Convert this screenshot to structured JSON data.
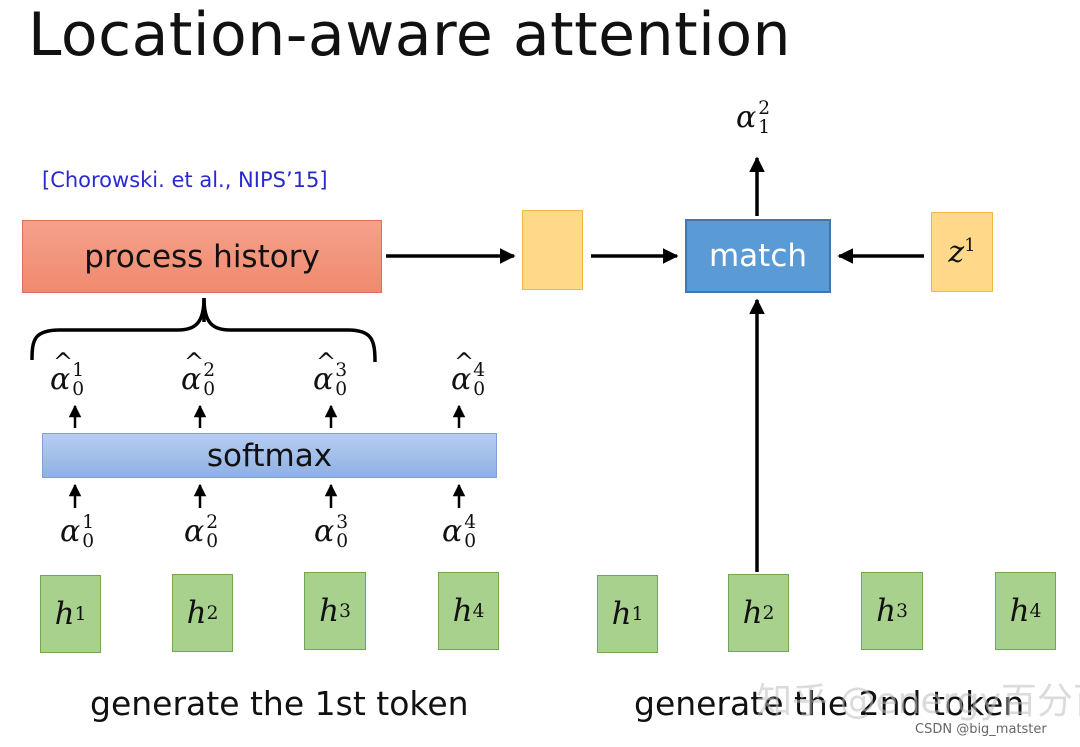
{
  "title": "Location-aware attention",
  "citation": "[Chorowski. et al., NIPS’15]",
  "boxes": {
    "process_history": "process history",
    "softmax": "softmax",
    "match": "match"
  },
  "z_symbol": {
    "base": "z",
    "sup": "1"
  },
  "alpha_top": {
    "base": "α",
    "sup": "2",
    "sub": "1"
  },
  "alpha_hat": [
    {
      "base": "α",
      "sup": "1",
      "sub": "0"
    },
    {
      "base": "α",
      "sup": "2",
      "sub": "0"
    },
    {
      "base": "α",
      "sup": "3",
      "sub": "0"
    },
    {
      "base": "α",
      "sup": "4",
      "sub": "0"
    }
  ],
  "alpha": [
    {
      "base": "α",
      "sup": "1",
      "sub": "0"
    },
    {
      "base": "α",
      "sup": "2",
      "sub": "0"
    },
    {
      "base": "α",
      "sup": "3",
      "sub": "0"
    },
    {
      "base": "α",
      "sup": "4",
      "sub": "0"
    }
  ],
  "h_left": [
    {
      "base": "h",
      "sup": "1"
    },
    {
      "base": "h",
      "sup": "2"
    },
    {
      "base": "h",
      "sup": "3"
    },
    {
      "base": "h",
      "sup": "4"
    }
  ],
  "h_right": [
    {
      "base": "h",
      "sup": "1"
    },
    {
      "base": "h",
      "sup": "2"
    },
    {
      "base": "h",
      "sup": "3"
    },
    {
      "base": "h",
      "sup": "4"
    }
  ],
  "captions": {
    "left": "generate the 1st token",
    "right": "generate the 2nd token"
  },
  "watermark": {
    "zhihu": "知乎 @energy百分百",
    "csdn": "CSDN @big_matster"
  },
  "colors": {
    "process_fill": "#ef8a6e",
    "softmax_fill": "#8fb1e5",
    "match_fill": "#5b9bd5",
    "yellow_fill": "#ffd88a",
    "h_fill": "#a9d18e",
    "citation": "#2a2ad0"
  }
}
